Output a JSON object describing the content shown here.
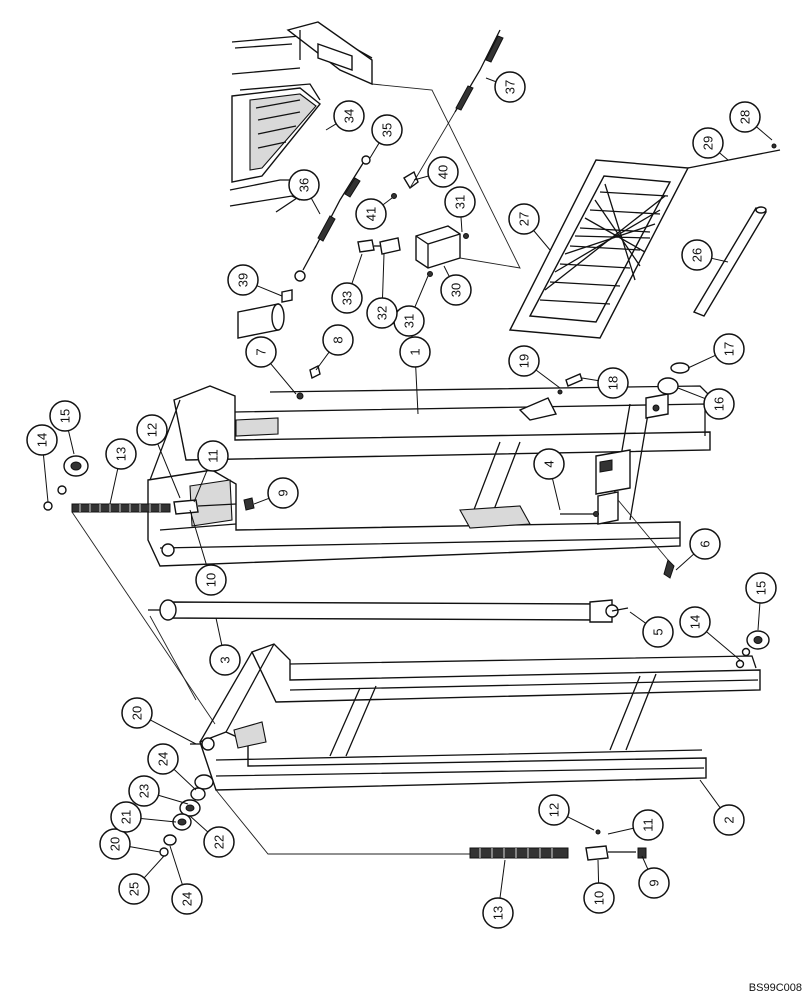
{
  "drawing_reference": "BS99C008",
  "callouts": [
    {
      "id": "c1",
      "label": "1"
    },
    {
      "id": "c2",
      "label": "2"
    },
    {
      "id": "c3",
      "label": "3"
    },
    {
      "id": "c4",
      "label": "4"
    },
    {
      "id": "c5",
      "label": "5"
    },
    {
      "id": "c6",
      "label": "6"
    },
    {
      "id": "c7",
      "label": "7"
    },
    {
      "id": "c8",
      "label": "8"
    },
    {
      "id": "c9a",
      "label": "9"
    },
    {
      "id": "c9b",
      "label": "9"
    },
    {
      "id": "c10a",
      "label": "10"
    },
    {
      "id": "c10b",
      "label": "10"
    },
    {
      "id": "c11a",
      "label": "11"
    },
    {
      "id": "c11b",
      "label": "11"
    },
    {
      "id": "c12a",
      "label": "12"
    },
    {
      "id": "c12b",
      "label": "12"
    },
    {
      "id": "c13a",
      "label": "13"
    },
    {
      "id": "c13b",
      "label": "13"
    },
    {
      "id": "c14a",
      "label": "14"
    },
    {
      "id": "c14b",
      "label": "14"
    },
    {
      "id": "c15a",
      "label": "15"
    },
    {
      "id": "c15b",
      "label": "15"
    },
    {
      "id": "c16",
      "label": "16"
    },
    {
      "id": "c17",
      "label": "17"
    },
    {
      "id": "c18",
      "label": "18"
    },
    {
      "id": "c19",
      "label": "19"
    },
    {
      "id": "c20a",
      "label": "20"
    },
    {
      "id": "c20b",
      "label": "20"
    },
    {
      "id": "c21",
      "label": "21"
    },
    {
      "id": "c22",
      "label": "22"
    },
    {
      "id": "c23",
      "label": "23"
    },
    {
      "id": "c24a",
      "label": "24"
    },
    {
      "id": "c24b",
      "label": "24"
    },
    {
      "id": "c25",
      "label": "25"
    },
    {
      "id": "c26",
      "label": "26"
    },
    {
      "id": "c27",
      "label": "27"
    },
    {
      "id": "c28",
      "label": "28"
    },
    {
      "id": "c29",
      "label": "29"
    },
    {
      "id": "c30",
      "label": "30"
    },
    {
      "id": "c31a",
      "label": "31"
    },
    {
      "id": "c31b",
      "label": "31"
    },
    {
      "id": "c32",
      "label": "32"
    },
    {
      "id": "c33",
      "label": "33"
    },
    {
      "id": "c34",
      "label": "34"
    },
    {
      "id": "c35",
      "label": "35"
    },
    {
      "id": "c36",
      "label": "36"
    },
    {
      "id": "c37",
      "label": "37"
    },
    {
      "id": "c39",
      "label": "39"
    },
    {
      "id": "c40",
      "label": "40"
    },
    {
      "id": "c41",
      "label": "41"
    }
  ]
}
